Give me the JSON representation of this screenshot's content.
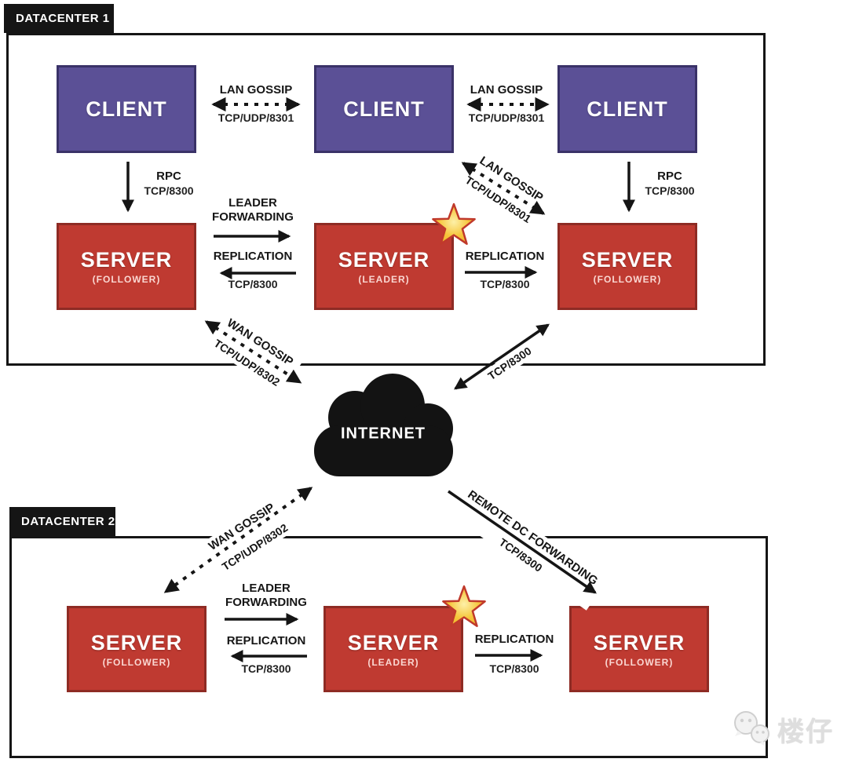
{
  "dc1": {
    "label": "DATACENTER 1",
    "clients": [
      {
        "label": "CLIENT"
      },
      {
        "label": "CLIENT"
      },
      {
        "label": "CLIENT"
      }
    ],
    "servers": [
      {
        "title": "SERVER",
        "role": "(FOLLOWER)"
      },
      {
        "title": "SERVER",
        "role": "(LEADER)"
      },
      {
        "title": "SERVER",
        "role": "(FOLLOWER)"
      }
    ]
  },
  "dc2": {
    "label": "DATACENTER 2",
    "servers": [
      {
        "title": "SERVER",
        "role": "(FOLLOWER)"
      },
      {
        "title": "SERVER",
        "role": "(LEADER)"
      },
      {
        "title": "SERVER",
        "role": "(FOLLOWER)"
      }
    ]
  },
  "internet": {
    "label": "INTERNET"
  },
  "connections": {
    "lan_top_left": {
      "title": "LAN GOSSIP",
      "port": "TCP/UDP/8301"
    },
    "lan_top_right": {
      "title": "LAN GOSSIP",
      "port": "TCP/UDP/8301"
    },
    "rpc_left": {
      "title": "RPC",
      "port": "TCP/8300"
    },
    "rpc_right": {
      "title": "RPC",
      "port": "TCP/8300"
    },
    "leader_fwd_dc1": {
      "title": "LEADER FORWARDING",
      "replication": "REPLICATION",
      "port": "TCP/8300"
    },
    "replication_dc1": {
      "title": "REPLICATION",
      "port": "TCP/8300"
    },
    "lan_diag": {
      "title": "LAN GOSSIP",
      "port": "TCP/UDP/8301"
    },
    "wan_dc1": {
      "title": "WAN GOSSIP",
      "port": "TCP/UDP/8302"
    },
    "tcp_diag_dc1": {
      "port": "TCP/8300"
    },
    "wan_dc2": {
      "title": "WAN GOSSIP",
      "port": "TCP/UDP/8302"
    },
    "remote_fwd": {
      "title": "REMOTE DC FORWARDING",
      "port": "TCP/8300"
    },
    "leader_fwd_dc2": {
      "title": "LEADER FORWARDING",
      "replication": "REPLICATION",
      "port": "TCP/8300"
    },
    "replication_dc2": {
      "title": "REPLICATION",
      "port": "TCP/8300"
    }
  },
  "watermark": {
    "text": "楼仔"
  },
  "colors": {
    "client_fill": "#5b5096",
    "server_fill": "#bf3a31",
    "frame": "#151515",
    "star_fill": "#f6c63c",
    "star_stroke": "#c0392b"
  }
}
